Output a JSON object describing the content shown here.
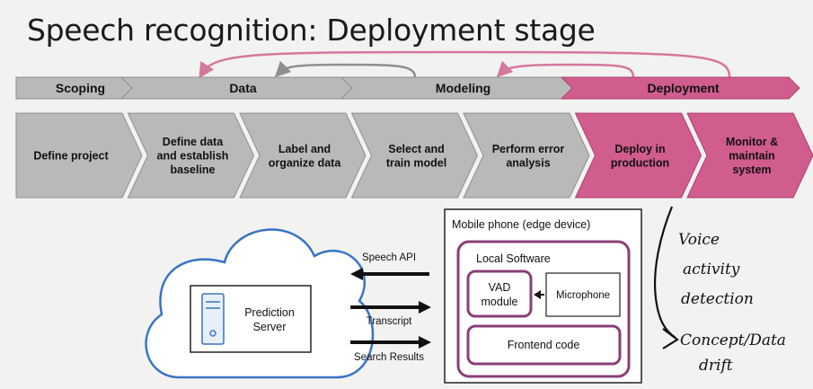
{
  "title": "Speech recognition: Deployment stage",
  "stages": [
    {
      "label": "Scoping",
      "highlight": false
    },
    {
      "label": "Data",
      "highlight": false
    },
    {
      "label": "Modeling",
      "highlight": false
    },
    {
      "label": "Deployment",
      "highlight": true
    }
  ],
  "steps": [
    {
      "lines": [
        "Define project"
      ],
      "highlight": false
    },
    {
      "lines": [
        "Define data",
        "and establish",
        "baseline"
      ],
      "highlight": false
    },
    {
      "lines": [
        "Label and",
        "organize data"
      ],
      "highlight": false
    },
    {
      "lines": [
        "Select and",
        "train model"
      ],
      "highlight": false
    },
    {
      "lines": [
        "Perform error",
        "analysis"
      ],
      "highlight": false
    },
    {
      "lines": [
        "Deploy in",
        "production"
      ],
      "highlight": true
    },
    {
      "lines": [
        "Monitor &",
        "maintain",
        "system"
      ],
      "highlight": true
    }
  ],
  "architecture": {
    "server": {
      "line1": "Prediction",
      "line2": "Server"
    },
    "arrows": {
      "speech_api": "Speech API",
      "transcript": "Transcript",
      "search_results": "Search Results"
    },
    "phone": {
      "label": "Mobile phone (edge device)"
    },
    "software": {
      "label": "Local Software"
    },
    "vad": {
      "line1": "VAD",
      "line2": "module"
    },
    "microphone": {
      "label": "Microphone"
    },
    "frontend": {
      "label": "Frontend code"
    }
  },
  "annotations": {
    "voice_lines": [
      "Voice",
      "activity",
      "detection"
    ],
    "drift_lines": [
      "Concept/Data",
      "drift"
    ]
  },
  "colors": {
    "gray_fill": "#b9b9b9",
    "gray_stroke": "#8f8f8f",
    "pink_fill": "#d05d8e",
    "pink_stroke": "#b0406f",
    "loop_pink": "#d4789e",
    "loop_gray": "#8f8f8f",
    "cloud_blue": "#3a73c4",
    "box_purple": "#8a3f78"
  }
}
